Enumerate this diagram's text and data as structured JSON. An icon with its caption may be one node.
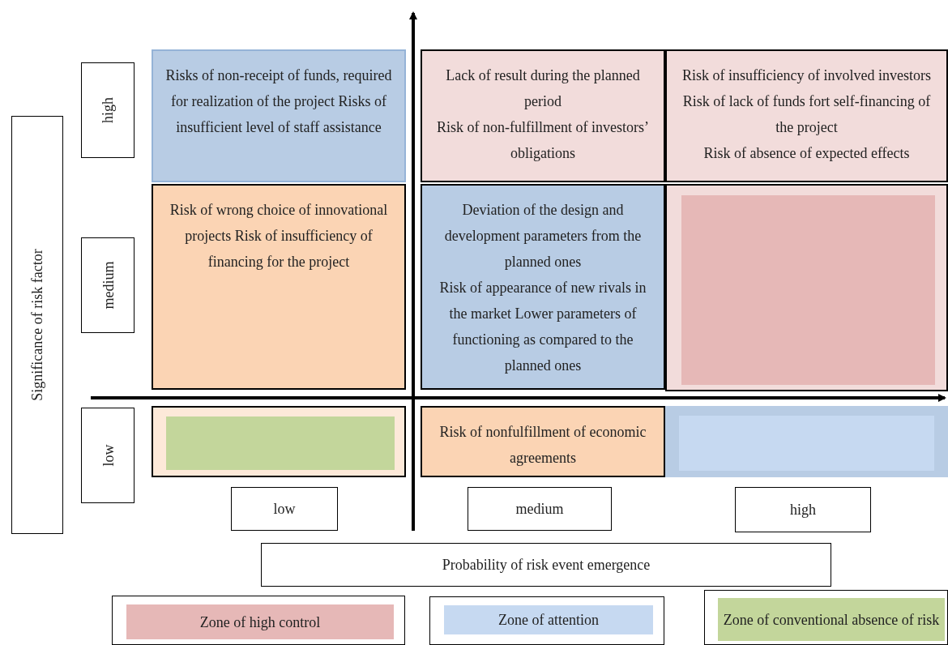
{
  "diagram": {
    "nodes": [
      {
        "text": [
          "high"
        ]
      },
      {
        "text": [
          "Risks of non-receipt of funds, required for realization of the project Risks of insufficient level of staff assistance"
        ]
      },
      {
        "text": [
          "Lack of result during the planned period",
          "Risk of non-fulfillment of investors’ obligations"
        ]
      },
      {
        "text": [
          "Risk of insufficiency of involved investors Risk of lack of funds fort self-financing of the project",
          "Risk of absence of expected effects"
        ]
      },
      {
        "text": [
          "Significance of risk factor"
        ]
      },
      {
        "text": [
          "medium"
        ]
      },
      {
        "text": [
          "Risk of wrong choice of innovational projects Risk of insufficiency of financing for the project"
        ]
      },
      {
        "text": [
          "Deviation of the design and development parameters from the planned ones",
          "Risk of appearance of new rivals in the market Lower parameters of functioning as compared to the planned ones"
        ]
      },
      {
        "text": [],
        "shape": "box"
      },
      {
        "text": [
          "low"
        ]
      },
      {
        "text": [],
        "shape": "box"
      },
      {
        "text": [
          "Risk of nonfulfillment of economic agreements"
        ]
      },
      {
        "text": [],
        "shape": "box"
      },
      {
        "text": [
          "low"
        ]
      },
      {
        "text": [
          "medium"
        ]
      },
      {
        "text": [
          "high"
        ]
      },
      {
        "text": [
          "Probability of risk event emergence"
        ]
      }
    ],
    "legend": [
      {
        "text": "Zone of high control",
        "color": "#e6b8b7"
      },
      {
        "text": "Zone of attention",
        "color": "#c6d9f1"
      },
      {
        "text": "Zone of conventional absence of risk",
        "color": "#c3d69b"
      }
    ]
  }
}
